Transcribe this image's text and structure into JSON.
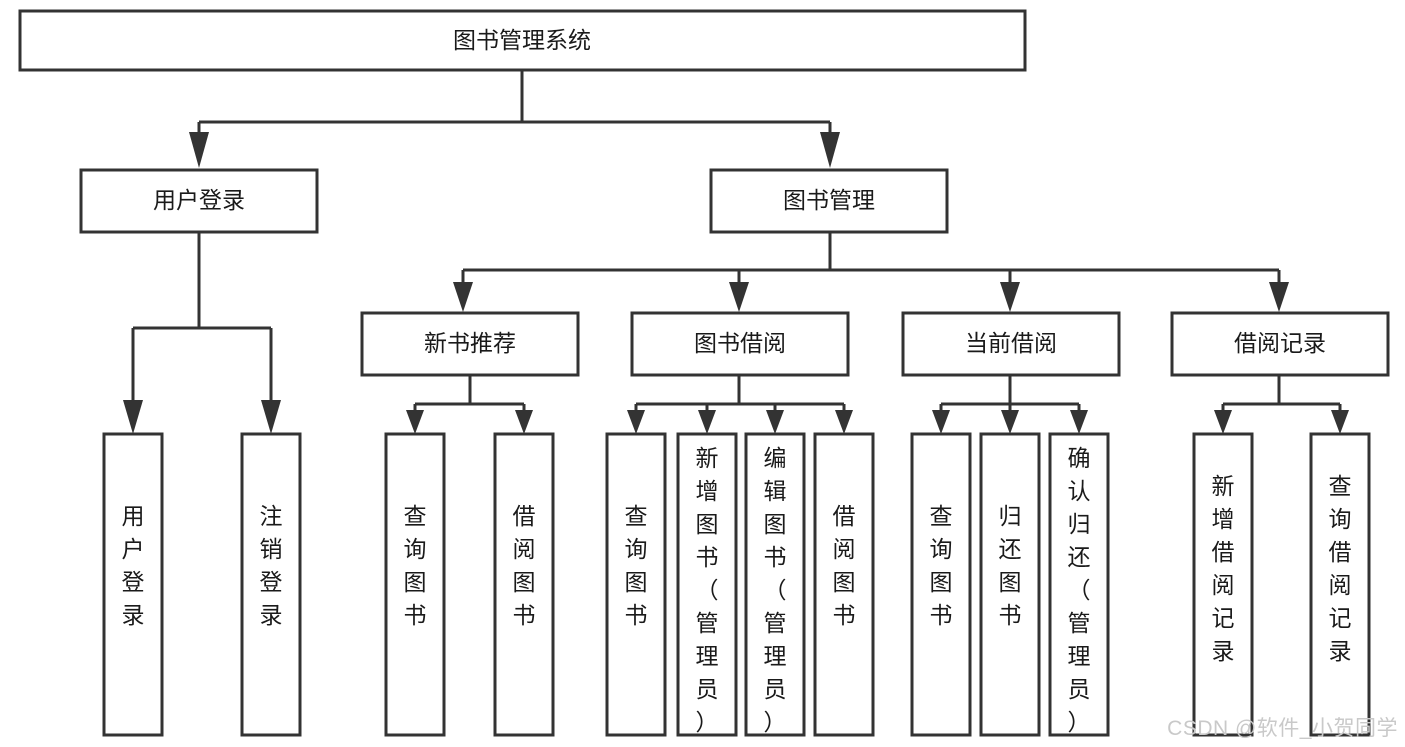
{
  "diagram": {
    "type": "tree-hierarchy-chart",
    "title": "图书管理系统",
    "orientation": "top-down",
    "colors": {
      "box_stroke": "#333333",
      "box_fill": "#ffffff",
      "connector": "#333333",
      "text": "#1a1a1a",
      "watermark": "#c9c9c9",
      "background": "#ffffff"
    },
    "root": {
      "label": "图书管理系统",
      "name": "root-node-book-management-system"
    },
    "level2": [
      {
        "label": "用户登录",
        "name": "node-user-login"
      },
      {
        "label": "图书管理",
        "name": "node-book-management"
      }
    ],
    "level3": [
      {
        "label": "新书推荐",
        "name": "node-new-book-recommendation"
      },
      {
        "label": "图书借阅",
        "name": "node-book-borrowing"
      },
      {
        "label": "当前借阅",
        "name": "node-current-borrowing"
      },
      {
        "label": "借阅记录",
        "name": "node-borrowing-records"
      }
    ],
    "leaves": {
      "user_login": [
        {
          "label": "用户登录",
          "name": "leaf-user-login"
        },
        {
          "label": "注销登录",
          "name": "leaf-logout"
        }
      ],
      "new_book_recommendation": [
        {
          "label": "查询图书",
          "name": "leaf-query-books"
        },
        {
          "label": "借阅图书",
          "name": "leaf-borrow-books"
        }
      ],
      "book_borrowing": [
        {
          "label": "查询图书",
          "name": "leaf-query-books"
        },
        {
          "label": "新增图书（管理员）",
          "name": "leaf-add-book-admin"
        },
        {
          "label": "编辑图书（管理员）",
          "name": "leaf-edit-book-admin"
        },
        {
          "label": "借阅图书",
          "name": "leaf-borrow-books"
        }
      ],
      "current_borrowing": [
        {
          "label": "查询图书",
          "name": "leaf-query-books"
        },
        {
          "label": "归还图书",
          "name": "leaf-return-books"
        },
        {
          "label": "确认归还（管理员）",
          "name": "leaf-confirm-return-admin"
        }
      ],
      "borrowing_records": [
        {
          "label": "新增借阅记录",
          "name": "leaf-add-borrow-record"
        },
        {
          "label": "查询借阅记录",
          "name": "leaf-query-borrow-record"
        }
      ]
    },
    "watermark": "CSDN @软件_小贺同学"
  }
}
